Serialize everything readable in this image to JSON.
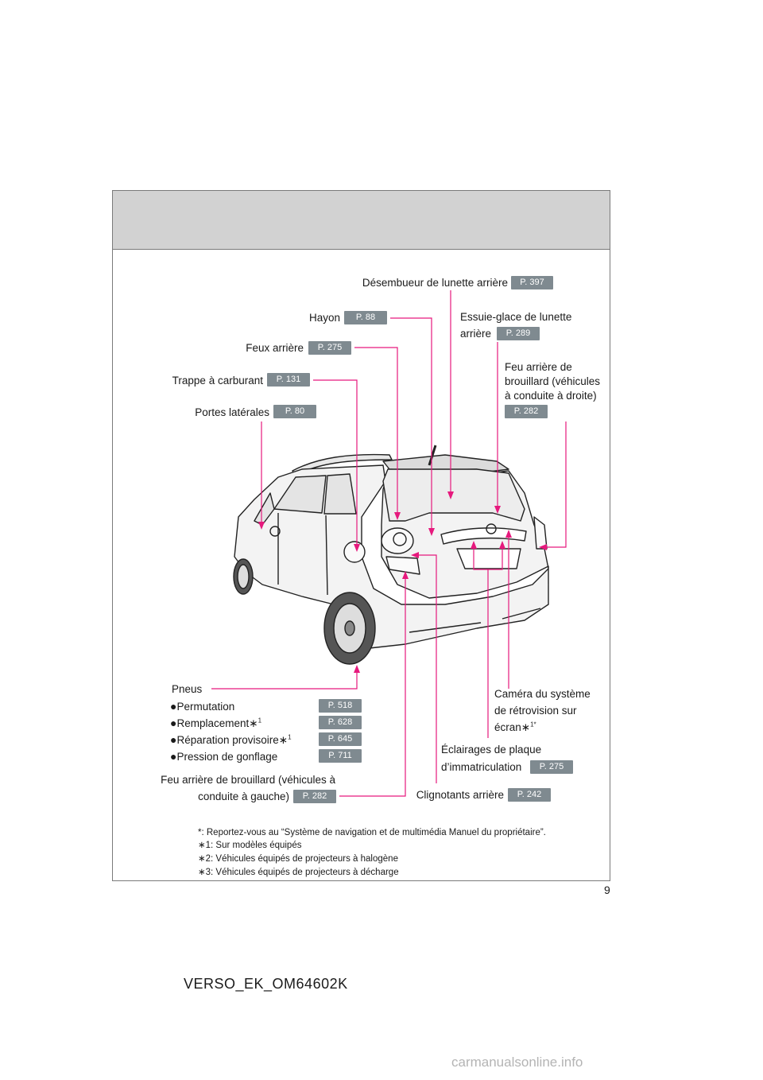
{
  "page": {
    "number": "9",
    "doc_id": "VERSO_EK_OM64602K",
    "watermark": "carmanualsonline.info"
  },
  "colors": {
    "leader": "#e6197d",
    "badge": "#7f8a90",
    "band": "#d2d2d2"
  },
  "labels": {
    "desembueur": {
      "text": "Désembueur de lunette arrière",
      "page": "P. 397"
    },
    "hayon": {
      "text": "Hayon",
      "page": "P. 88"
    },
    "essuie": {
      "line1": "Essuie-glace de lunette",
      "line2": "arrière",
      "page": "P. 289"
    },
    "feux_arriere": {
      "text": "Feux arrière",
      "page": "P. 275"
    },
    "feu_brouillard_droite": {
      "line1": "Feu arrière de",
      "line2": "brouillard (véhicules",
      "line3": "à conduite à droite)",
      "page": "P. 282"
    },
    "trappe": {
      "text": "Trappe à carburant",
      "page": "P. 131"
    },
    "portes": {
      "text": "Portes latérales",
      "page": "P. 80"
    },
    "pneus": {
      "title": "Pneus",
      "bullet": "●",
      "items": [
        {
          "text": "Permutation",
          "sup": "",
          "page": "P. 518"
        },
        {
          "text": "Remplacement",
          "sup": "1",
          "page": "P. 628"
        },
        {
          "text": "Réparation provisoire",
          "sup": "1",
          "page": "P. 645"
        },
        {
          "text": "Pression de gonflage",
          "sup": "",
          "page": "P. 711"
        }
      ]
    },
    "camera": {
      "line1": "Caméra du système",
      "line2": "de rétrovision sur",
      "line3": "écran",
      "sup": "1*",
      "page": ""
    },
    "eclairages": {
      "line1": "Éclairages de plaque",
      "line2": "d’immatriculation",
      "page": "P. 275"
    },
    "feu_brouillard_gauche": {
      "line1": "Feu arrière de brouillard (véhicules à",
      "line2": "conduite à gauche)",
      "page": "P. 282"
    },
    "clignotants": {
      "text": "Clignotants arrière",
      "page": "P. 242"
    }
  },
  "asterisk": "∗",
  "footnotes": [
    {
      "mark": "*",
      "text": ": Reportez-vous au “Système de navigation et de multimédia Manuel du propriétaire”."
    },
    {
      "mark": "∗1",
      "text": ": Sur modèles équipés"
    },
    {
      "mark": "∗2",
      "text": ": Véhicules équipés de projecteurs à halogène"
    },
    {
      "mark": "∗3",
      "text": ": Véhicules équipés de projecteurs à décharge"
    }
  ]
}
